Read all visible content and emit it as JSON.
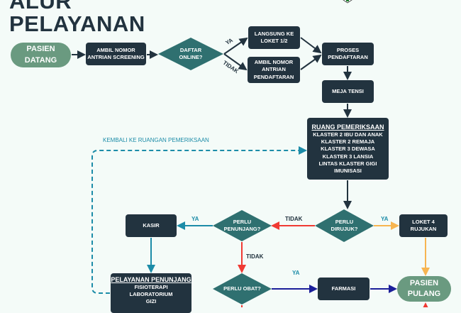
{
  "title": {
    "line1": "ALUR",
    "line2": "PELAYANAN"
  },
  "colors": {
    "dark": "#22333f",
    "teal_diamond": "#2f7070",
    "pill": "#6a9a80",
    "red": "#f03a33",
    "orange": "#f7b551",
    "blue": "#1c8ca8",
    "navy": "#1b1f9a",
    "background": "#f4fbf8"
  },
  "nodes": {
    "pasien_datang": [
      "PASIEN",
      "DATANG"
    ],
    "antrian_screening": [
      "AMBIL NOMOR",
      "ANTRIAN SCREENING"
    ],
    "daftar_online": [
      "DAFTAR",
      "ONLINE?"
    ],
    "langsung_loket": [
      "LANGSUNG KE",
      "LOKET 1/2"
    ],
    "antrian_pendaftaran": [
      "AMBIL NOMOR",
      "ANTRIAN",
      "PENDAFTARAN"
    ],
    "proses_pendaftaran": [
      "PROSES",
      "PENDAFTARAN"
    ],
    "meja_tensi": "MEJA TENSI",
    "ruang_pemeriksaan": {
      "heading": "RUANG PEMERIKSAAN",
      "items": [
        "KLASTER 2 IBU DAN ANAK",
        "KLASTER 2 REMAJA",
        "KLASTER 3 DEWASA",
        "KLASTER 3 LANSIA",
        "LINTAS KLASTER GIGI",
        "IMUNISASI"
      ]
    },
    "perlu_dirujuk": [
      "PERLU",
      "DIRUJUK?"
    ],
    "loket_rujukan": "LOKET 4 RUJUKAN",
    "perlu_penunjang": [
      "PERLU",
      "PENUNJANG?"
    ],
    "kasir": "KASIR",
    "pelayanan_penunjang": {
      "heading": "PELAYANAN PENUNJANG",
      "items": [
        "FISIOTERAPI",
        "LABORATORIUM",
        "GIZI"
      ]
    },
    "perlu_obat": "PERLU OBAT?",
    "farmasi": "FARMASI",
    "pasien_pulang": [
      "PASIEN",
      "PULANG"
    ]
  },
  "edge_labels": {
    "online_ya": "YA",
    "online_tidak": "TIDAK",
    "rujuk_ya": "YA",
    "rujuk_tidak": "TIDAK",
    "penunjang_ya": "YA",
    "penunjang_tidak": "TIDAK",
    "obat_ya": "YA",
    "kembali": "KEMBALI KE RUANGAN PEMERIKSAAN"
  }
}
